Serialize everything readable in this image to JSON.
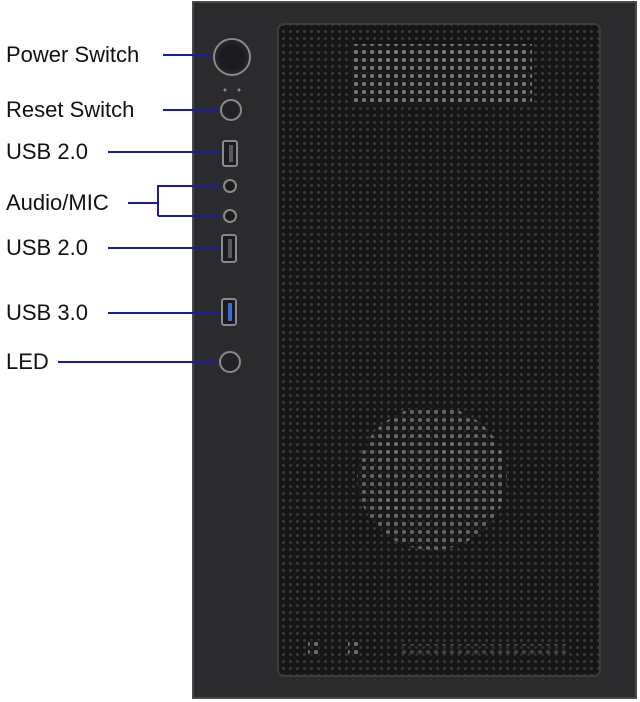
{
  "labels": {
    "power_switch": "Power Switch",
    "reset_switch": "Reset Switch",
    "usb2_top": "USB 2.0",
    "audio_mic": "Audio/MIC",
    "usb2_bottom": "USB 2.0",
    "usb3": "USB 3.0",
    "led": "LED"
  },
  "colors": {
    "leader_line": "#1a1aa6",
    "case_body": "#2b2b2d",
    "case_edge": "#4a4a4c",
    "mesh_panel": "#1b1b1c",
    "port_ring": "#8a8a8c"
  }
}
